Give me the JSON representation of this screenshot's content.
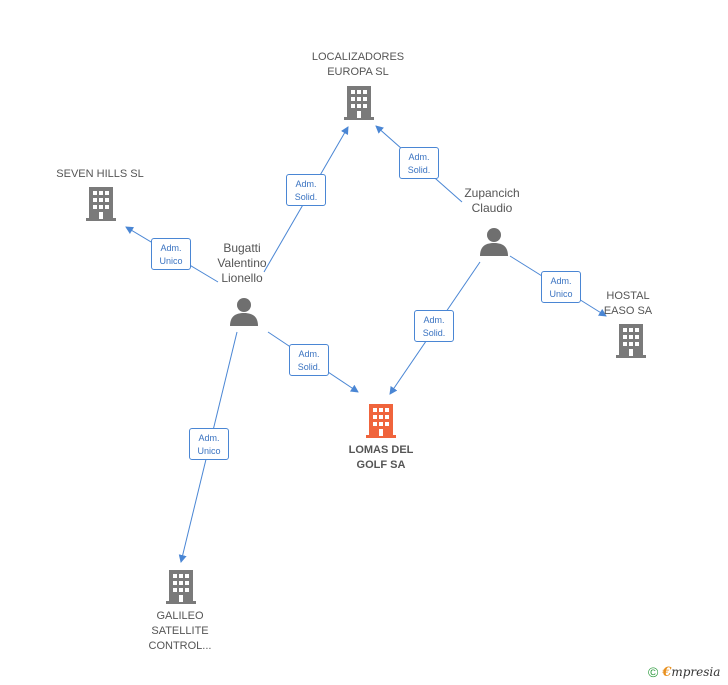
{
  "colors": {
    "edge": "#4a86d4",
    "company_icon": "#7a7a7a",
    "main_company_icon": "#f0643c",
    "person_icon": "#6f6f6f"
  },
  "nodes": {
    "localizadores": {
      "label": "LOCALIZADORES\nEUROPA SL",
      "icon": "building-icon"
    },
    "seven_hills": {
      "label": "SEVEN HILLS SL",
      "icon": "building-icon"
    },
    "bugatti": {
      "label": "Bugatti\nValentino\nLionello",
      "icon": "person-icon"
    },
    "zupancich": {
      "label": "Zupancich\nClaudio",
      "icon": "person-icon"
    },
    "hostal": {
      "label": "HOSTAL\nEASO SA",
      "icon": "building-icon"
    },
    "lomas": {
      "label": "LOMAS DEL\nGOLF SA",
      "icon": "building-icon"
    },
    "galileo": {
      "label": "GALILEO\nSATELLITE\nCONTROL...",
      "icon": "building-icon"
    }
  },
  "edges": {
    "bugatti_localizadores": "Adm.\nSolid.",
    "zupancich_localizadores": "Adm.\nSolid.",
    "bugatti_seven_hills": "Adm.\nUnico",
    "zupancich_hostal": "Adm.\nUnico",
    "zupancich_lomas": "Adm.\nSolid.",
    "bugatti_lomas": "Adm.\nSolid.",
    "bugatti_galileo": "Adm.\nUnico"
  },
  "footer": {
    "copyright_symbol": "©",
    "brand_first": "€",
    "brand_rest": "mpresia"
  }
}
